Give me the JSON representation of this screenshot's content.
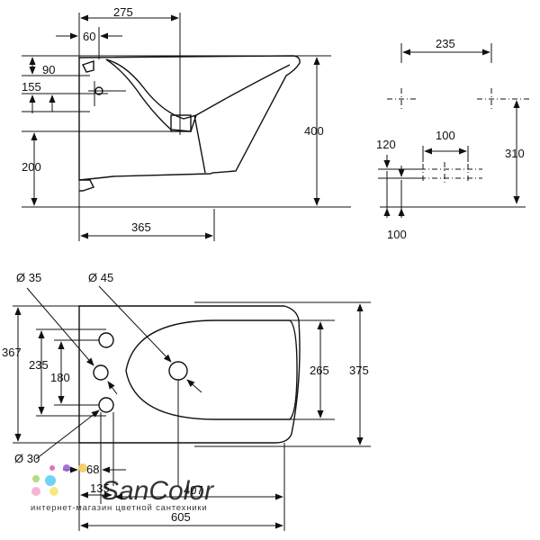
{
  "side_view": {
    "dims": {
      "top_width": "275",
      "offset": "60",
      "h_top": "90",
      "h_inlet": "155",
      "h_floor": "200",
      "height": "400",
      "depth": "365"
    }
  },
  "wall_mount": {
    "dims": {
      "bolt_spacing": "235",
      "bolt_height": "310",
      "supply_spacing": "100",
      "supply_height": "120",
      "supply_offset": "100"
    }
  },
  "top_view": {
    "dims": {
      "overflow_hole": "Ø 35",
      "drain_hole": "Ø 45",
      "tap_hole": "Ø 30",
      "width_overall": "367",
      "h235": "235",
      "h180": "180",
      "bowl_width": "265",
      "width_right": "375",
      "d68": "68",
      "d135": "135",
      "d407": "407",
      "length": "605"
    }
  },
  "watermark": {
    "brand": "SanColor",
    "tagline": "интернет-магазин цветной сантехники",
    "dot_colors": [
      "#e05aa8",
      "#9b59d0",
      "#f2c94c",
      "#a8d86e",
      "#56ccf2",
      "#f7a8d0",
      "#f5e66e"
    ]
  }
}
